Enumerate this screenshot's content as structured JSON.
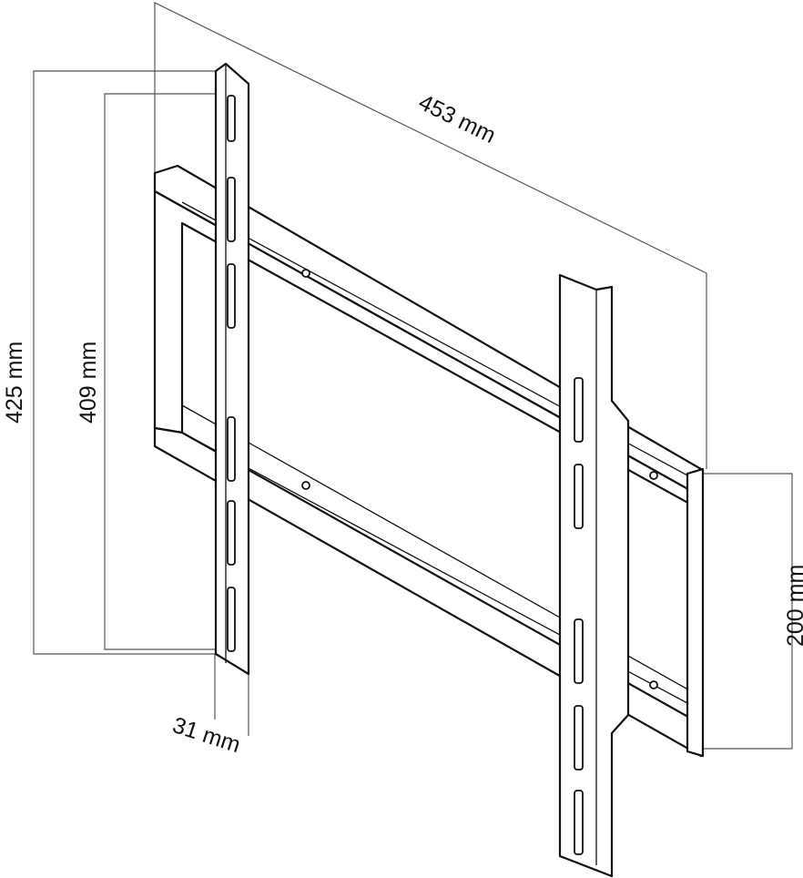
{
  "title": "TV wall mount bracket dimensions",
  "dimensions": {
    "width_diagonal": "453 mm",
    "height_outer": "425 mm",
    "height_inner": "409 mm",
    "rail_spacing": "200 mm",
    "bar_width": "31 mm"
  }
}
